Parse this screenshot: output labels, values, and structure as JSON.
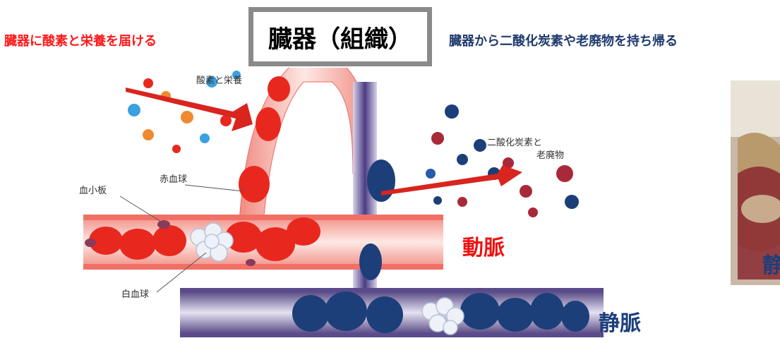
{
  "caption_left": "臓器に酸素と栄養を届ける",
  "title": "臓器（組織）",
  "caption_right": "臓器から二酸化炭素や老廃物を持ち帰る",
  "labels": {
    "oxygen_nutrients": "酸素と栄養",
    "co2_line1": "二酸化炭素と",
    "co2_line2": "老廃物",
    "red_blood_cell": "赤血球",
    "platelet": "血小板",
    "white_blood_cell": "白血球",
    "artery": "動脈",
    "vein": "静脈",
    "photo_vein_partial": "静"
  },
  "colors": {
    "artery_red": "#e8281e",
    "vein_blue": "#1c3f7a",
    "vessel_pink": "#f4c6c0",
    "vein_purple": "#5b4a8c"
  }
}
